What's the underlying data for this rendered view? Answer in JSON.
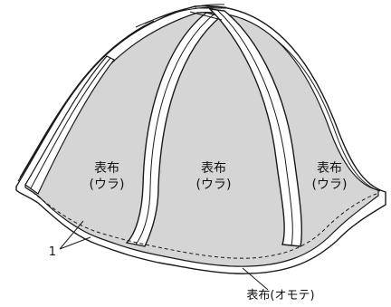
{
  "labels": {
    "panel_left_line1": "表布",
    "panel_left_line2": "(ウラ)",
    "panel_center_line1": "表布",
    "panel_center_line2": "(ウラ)",
    "panel_right_line1": "表布",
    "panel_right_line2": "(ウラ)",
    "callout_number": "1",
    "outer_label": "表布(オモテ)"
  },
  "colors": {
    "fabric_wrong_side": "#d5d5d5",
    "fabric_right_side": "#ffffff",
    "outline": "#1a1a1a"
  }
}
